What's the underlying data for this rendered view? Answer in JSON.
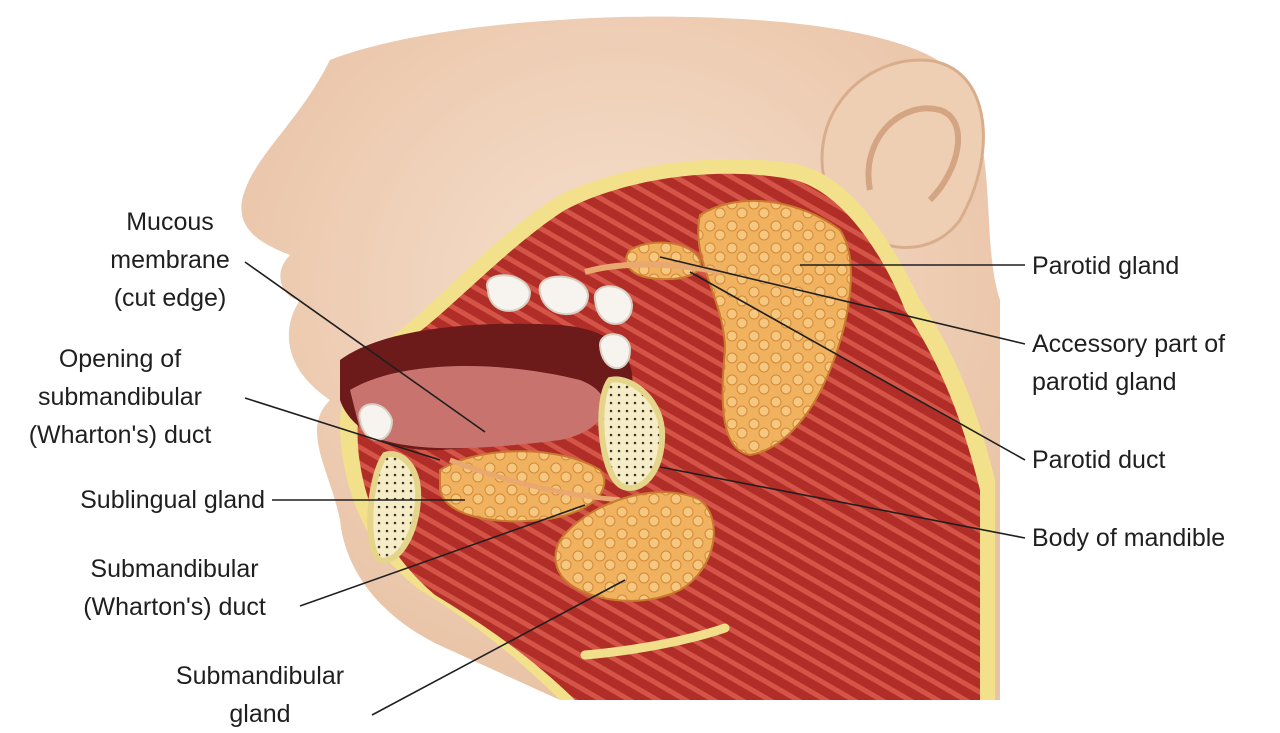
{
  "figure": {
    "colors": {
      "skin": "#f2d6bf",
      "skin_shadow": "#e6bfa2",
      "muscle": "#b5302a",
      "muscle_dark": "#7d1a16",
      "gland": "#f0b25e",
      "gland_dark": "#d48a34",
      "fat_border": "#f2e08a",
      "tooth": "#f7f4ef",
      "bone": "#f6edc6",
      "leader_line": "#1f1f1f"
    },
    "labels": {
      "mucous_membrane": [
        "Mucous",
        "membrane",
        "(cut edge)"
      ],
      "opening_of_duct": [
        "Opening of",
        "submandibular",
        "(Wharton's) duct"
      ],
      "sublingual_gland": [
        "Sublingual gland"
      ],
      "submandibular_duct": [
        "Submandibular",
        "(Wharton's) duct"
      ],
      "submandibular_gland": [
        "Submandibular",
        "gland"
      ],
      "parotid_gland": [
        "Parotid gland"
      ],
      "accessory_parotid": [
        "Accessory part of",
        "parotid gland"
      ],
      "parotid_duct": [
        "Parotid duct"
      ],
      "body_of_mandible": [
        "Body of mandible"
      ]
    }
  }
}
